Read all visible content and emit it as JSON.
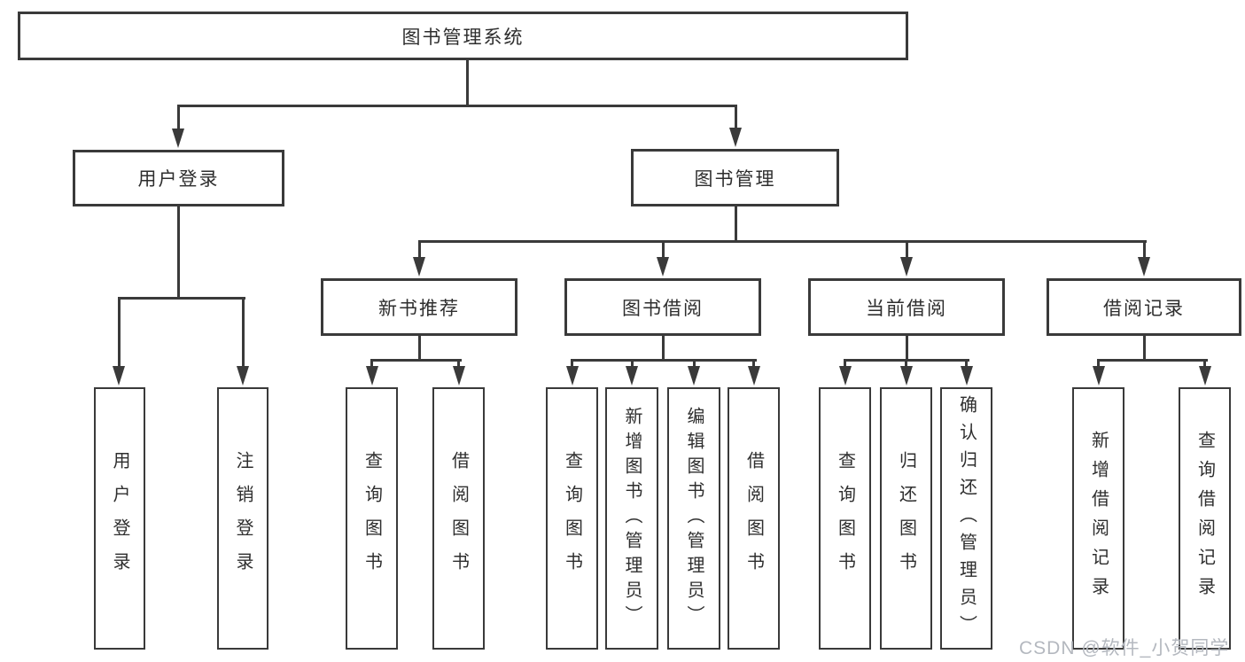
{
  "title": {
    "label": "图书管理系统"
  },
  "level2": {
    "user_login": "用户登录",
    "book_management": "图书管理"
  },
  "level3": {
    "new_book_recommend": "新书推荐",
    "book_borrow": "图书借阅",
    "current_borrow": "当前借阅",
    "borrow_records": "借阅记录"
  },
  "leaves": {
    "user_login": "用户登录",
    "logout": "注销登录",
    "recommend_query_books": "查询图书",
    "recommend_borrow_books": "借阅图书",
    "borrow_query_books": "查询图书",
    "borrow_add_book_admin": "新增图书（管理员）",
    "borrow_edit_book_admin": "编辑图书（管理员）",
    "borrow_borrow_books": "借阅图书",
    "current_query_books": "查询图书",
    "current_return_book": "归还图书",
    "current_confirm_return_admin": "确认归还（管理员）",
    "records_add_record": "新增借阅记录",
    "records_query_record": "查询借阅记录"
  },
  "watermark": {
    "text": "CSDN @软件_小贺同学"
  },
  "colors": {
    "line": "#3a3a3a",
    "text": "#2e2e2e",
    "watermark": "#b4b8bf",
    "background": "#ffffff"
  }
}
